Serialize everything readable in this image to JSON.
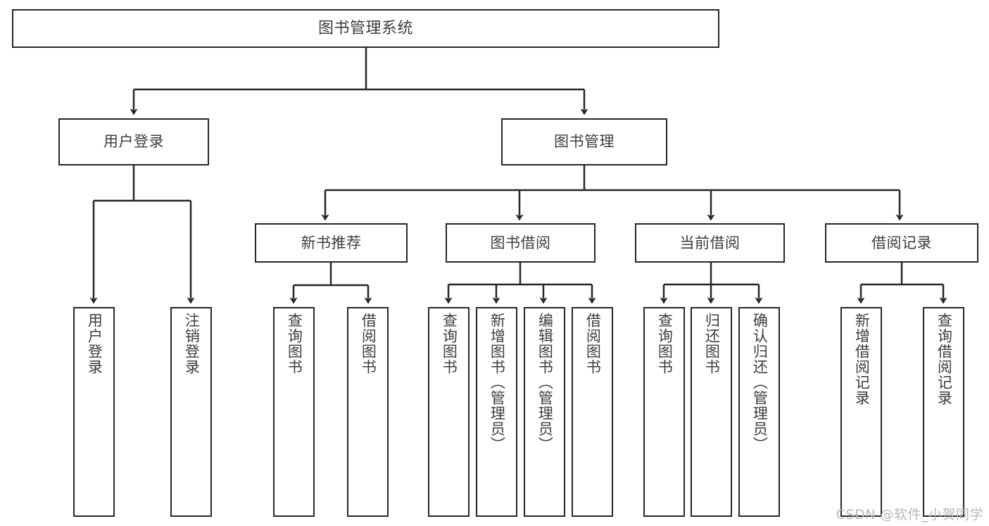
{
  "diagram": {
    "type": "org-tree",
    "title": "图书管理系统",
    "watermark": "CSDN @软件_小贺同学",
    "colors": {
      "stroke": "#262626",
      "text": "#3d3d3d",
      "background": "#ffffff",
      "watermark": "#b8b8b8"
    },
    "nodes": {
      "root": {
        "label": "图书管理系统"
      },
      "level2": [
        {
          "label": "用户登录"
        },
        {
          "label": "图书管理"
        }
      ],
      "level3": [
        {
          "label": "新书推荐"
        },
        {
          "label": "图书借阅"
        },
        {
          "label": "当前借阅"
        },
        {
          "label": "借阅记录"
        }
      ],
      "leaves_user_login": [
        {
          "label": "用户登录"
        },
        {
          "label": "注销登录"
        }
      ],
      "leaves_new_books": [
        {
          "label": "查询图书"
        },
        {
          "label": "借阅图书"
        }
      ],
      "leaves_borrow": [
        {
          "label": "查询图书"
        },
        {
          "label": "新增图书（管理员）"
        },
        {
          "label": "编辑图书（管理员）"
        },
        {
          "label": "借阅图书"
        }
      ],
      "leaves_current": [
        {
          "label": "查询图书"
        },
        {
          "label": "归还图书"
        },
        {
          "label": "确认归还（管理员）"
        }
      ],
      "leaves_records": [
        {
          "label": "新增借阅记录"
        },
        {
          "label": "查询借阅记录"
        }
      ]
    }
  }
}
